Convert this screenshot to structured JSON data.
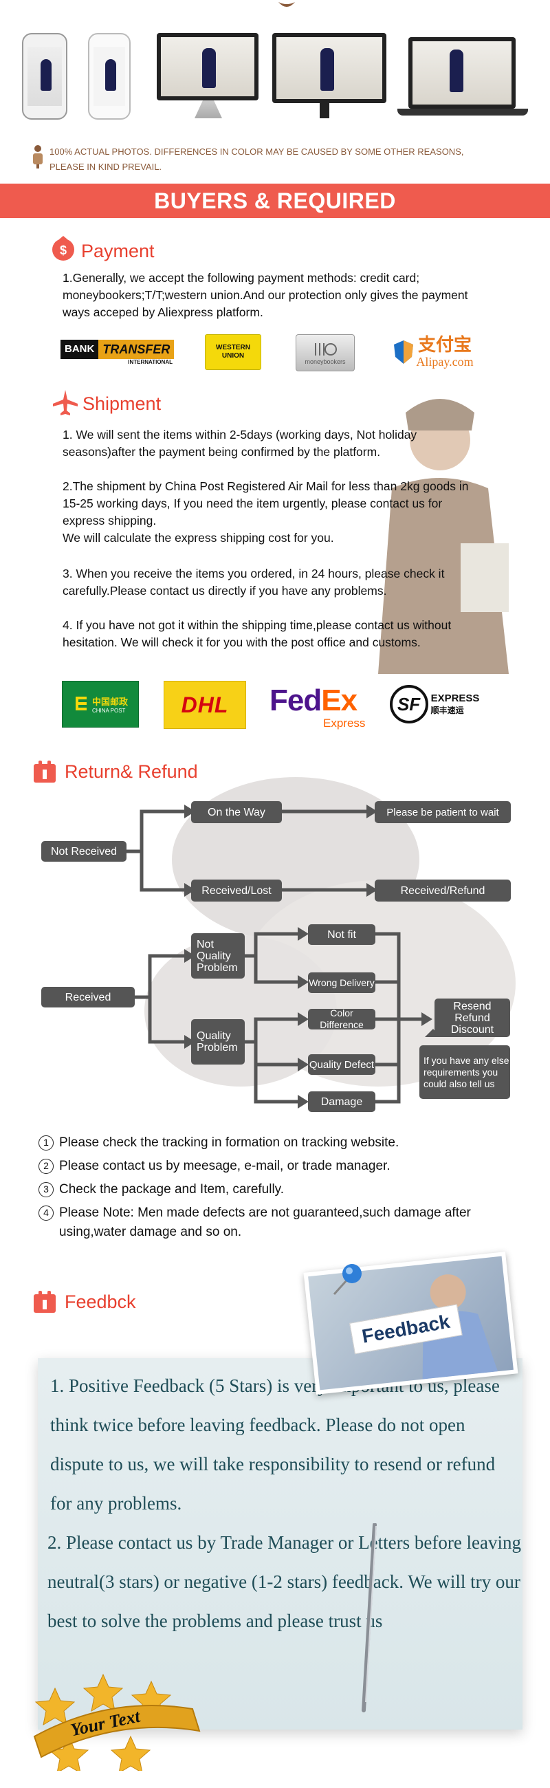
{
  "disclaimer": {
    "line1": "100% ACTUAL PHOTOS. DIFFERENCES IN COLOR MAY BE CAUSED BY SOME OTHER REASONS,",
    "line2": "PLEASE IN KIND PREVAIL."
  },
  "banner": {
    "title": "BUYERS & REQUIRED"
  },
  "payment": {
    "title": "Payment",
    "text": "1.Generally, we accept the following payment methods: credit card; moneybookers;T/T;western union.And our protection only gives the payment ways acceped by Aliexpress platform.",
    "logos": {
      "bank_a": "BANK",
      "bank_b": "TRANSFER",
      "bank_c": "INTERNATIONAL",
      "wu_a": "WESTERN",
      "wu_b": "UNION",
      "mb": "moneybookers",
      "alipay_cn": "支付宝",
      "alipay_en": "Alipay.com"
    }
  },
  "shipment": {
    "title": "Shipment",
    "p1": "1. We will sent the items within 2-5days (working days, Not holiday seasons)after the payment being confirmed by the platform.",
    "p2a": "2.The shipment by China Post Registered Air Mail for less than  2kg goods in 15-25 working days, If  you need the item urgently, please contact us for express shipping.",
    "p2b": "We will calculate the express shipping cost for you.",
    "p3": "3. When you receive the items you ordered, in 24 hours, please check  it carefully.Please contact us directly if you have any problems.",
    "p4": "4. If you have not got it within the shipping time,please contact us without hesitation. We will check it for you with the post office and customs.",
    "logos": {
      "cp_cn": "中国邮政",
      "cp_en": "CHINA POST",
      "dhl": "DHL",
      "fedex_a": "Fed",
      "fedex_b": "Ex",
      "fedex_c": "Express",
      "sf_mark": "SF",
      "sf_en": "EXPRESS",
      "sf_cn": "顺丰速运"
    }
  },
  "refund": {
    "title": "Return& Refund",
    "boxes": {
      "not_received": "Not Received",
      "on_the_way": "On the Way",
      "be_patient": "Please be patient to wait",
      "received_lost": "Received/Lost",
      "received_refund": "Received/Refund",
      "received": "Received",
      "not_quality": "Not Quality Problem",
      "quality": "Quality Problem",
      "not_fit": "Not fit",
      "wrong_delivery": "Wrong Delivery",
      "color_diff": "Color Difference",
      "quality_defect": "Quality Defect",
      "damage": "Damage",
      "resend": "Resend Refund Discount",
      "else": "If you have any else requirements you could also tell us"
    }
  },
  "notes": [
    {
      "num": "1",
      "text": "Please check the tracking in formation on tracking website."
    },
    {
      "num": "2",
      "text": "Please contact us by meesage, e-mail, or trade manager."
    },
    {
      "num": "3",
      "text": "Check the package and Item, carefully."
    },
    {
      "num": "4",
      "text": "Please Note: Men made defects  are not guaranteed,such damage after using,water damage and so on."
    }
  ],
  "feedback": {
    "title": "Feedbck",
    "sign": "Feedback",
    "p1": "1. Positive Feedback (5 Stars) is very important to us, please think twice before leaving feedback. Please do not open dispute to us,   we will take responsibility to resend or refund for any problems.",
    "p2": "2. Please contact us by Trade Manager or Letters before leaving neutral(3 stars) or negative (1-2 stars) feedback. We will try our best to solve the problems and please trust us",
    "badge": "Your Text"
  },
  "colors": {
    "accent": "#ef5b4e",
    "title": "#e8402f",
    "flow": "#555555",
    "card_text": "#1f4d57"
  }
}
